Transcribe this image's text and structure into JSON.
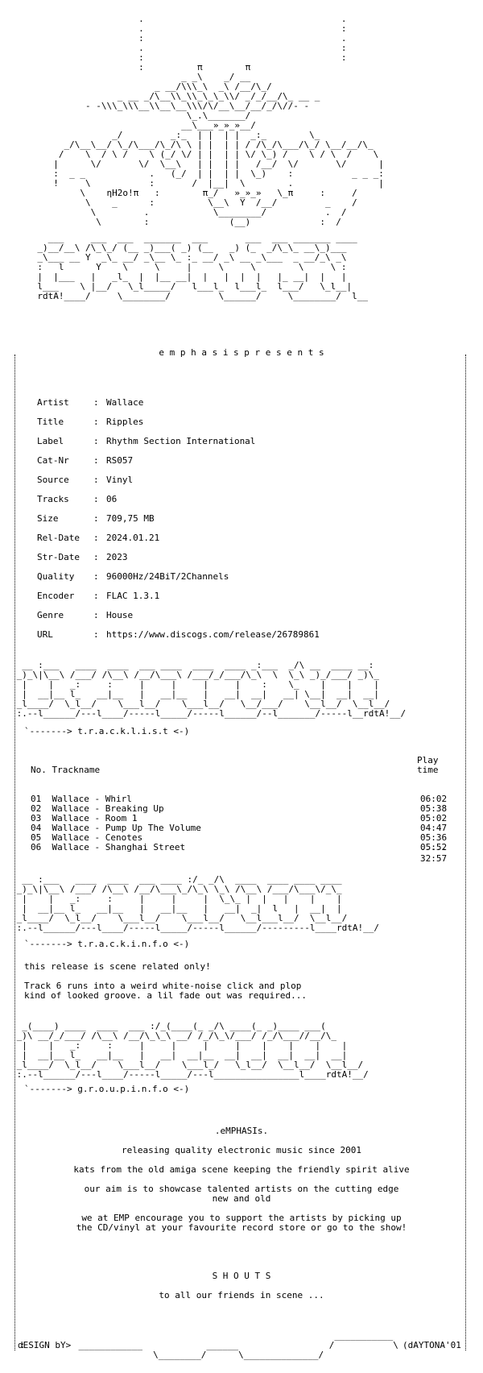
{
  "header": {
    "tag": "ηH2o!π",
    "logo_signature": "rdtA!"
  },
  "presents_line": "e m p h a s i s   p r e s e n t s",
  "release_info": [
    {
      "key": "Artist",
      "value": "Wallace"
    },
    {
      "key": "Title",
      "value": "Ripples"
    },
    {
      "key": "Label",
      "value": "Rhythm Section International"
    },
    {
      "key": "Cat-Nr",
      "value": "RS057"
    },
    {
      "key": "Source",
      "value": "Vinyl"
    },
    {
      "key": "Tracks",
      "value": "06"
    },
    {
      "key": "Size",
      "value": "709,75 MB"
    },
    {
      "key": "Rel-Date",
      "value": "2024.01.21"
    },
    {
      "key": "Str-Date",
      "value": "2023"
    },
    {
      "key": "Quality",
      "value": "96000Hz/24BiT/2Channels"
    },
    {
      "key": "Encoder",
      "value": "FLAC 1.3.1"
    },
    {
      "key": "Genre",
      "value": "House"
    },
    {
      "key": "URL",
      "value": "https://www.discogs.com/release/26789861"
    }
  ],
  "tracklist": {
    "section_title": "`-------> t.r.a.c.k.l.i.s.t <-)",
    "col_no": "No.",
    "col_name": "Trackname",
    "col_time_1": "Play",
    "col_time_2": "time",
    "tracks": [
      {
        "no": "01",
        "name": "Wallace - Whirl",
        "time": "06:02"
      },
      {
        "no": "02",
        "name": "Wallace - Breaking Up",
        "time": "05:38"
      },
      {
        "no": "03",
        "name": "Wallace - Room 1",
        "time": "05:02"
      },
      {
        "no": "04",
        "name": "Wallace - Pump Up The Volume",
        "time": "04:47"
      },
      {
        "no": "05",
        "name": "Wallace - Cenotes",
        "time": "05:36"
      },
      {
        "no": "06",
        "name": "Wallace - Shanghai Street",
        "time": "05:52"
      }
    ],
    "total_rule": "-----",
    "total": "32:57"
  },
  "trackinfo": {
    "section_title": "`-------> t.r.a.c.k.i.n.f.o <-)",
    "line1": "this release is scene related only!",
    "line2": "Track 6 runs into a weird white-noise click and plop",
    "line3": "kind of looked groove. a lil fade out was required..."
  },
  "groupinfo": {
    "section_title": "`-------> g.r.o.u.p.i.n.f.o <-)",
    "name": ".eMPHASIs.",
    "line1": "releasing quality electronic music since 2001",
    "line2": "kats from the old amiga scene keeping the friendly spirit alive",
    "line3": "our aim is to showcase talented artists on the cutting edge",
    "line4": "new and old",
    "line5": "we at EMP encourage you to support the artists by picking up",
    "line6": "the CD/vinyl at your favourite record store or go to the show!",
    "shouts_title": "S H O U T S",
    "shouts_line": "to all our friends in scene ..."
  },
  "footer": {
    "design_by": "dESIGN bY>",
    "designer": "(dAYTONA'01"
  }
}
